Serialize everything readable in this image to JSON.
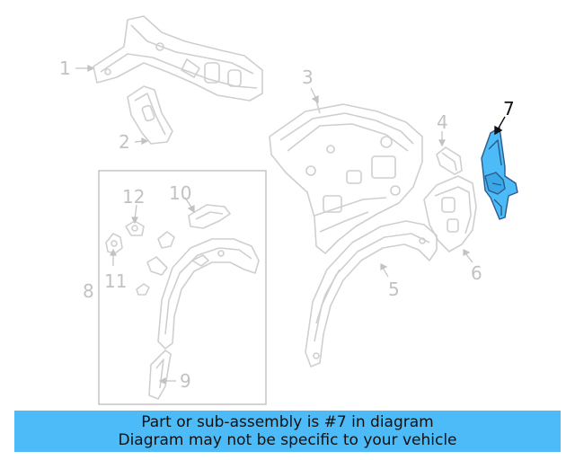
{
  "callouts": {
    "c1": "1",
    "c2": "2",
    "c3": "3",
    "c4": "4",
    "c5": "5",
    "c6": "6",
    "c7": "7",
    "c8": "8",
    "c9": "9",
    "c10": "10",
    "c11": "11",
    "c12": "12"
  },
  "highlight_color": "#4cbbf7",
  "banner": {
    "line1": "Part or sub-assembly is #7 in diagram",
    "line2": "Diagram may not be specific to your vehicle"
  }
}
